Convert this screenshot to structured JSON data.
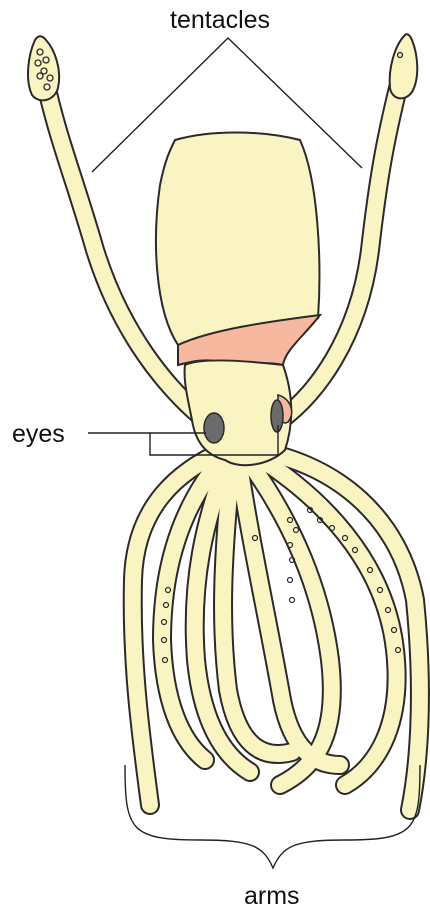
{
  "labels": {
    "tentacles": "tentacles",
    "eyes": "eyes",
    "arms": "arms"
  },
  "colors": {
    "body_fill": "#faf3c2",
    "collar_fill": "#f6b9a0",
    "eye_fill": "#6b6b6b",
    "outline": "#2a2a2a",
    "leader_line": "#222222"
  }
}
